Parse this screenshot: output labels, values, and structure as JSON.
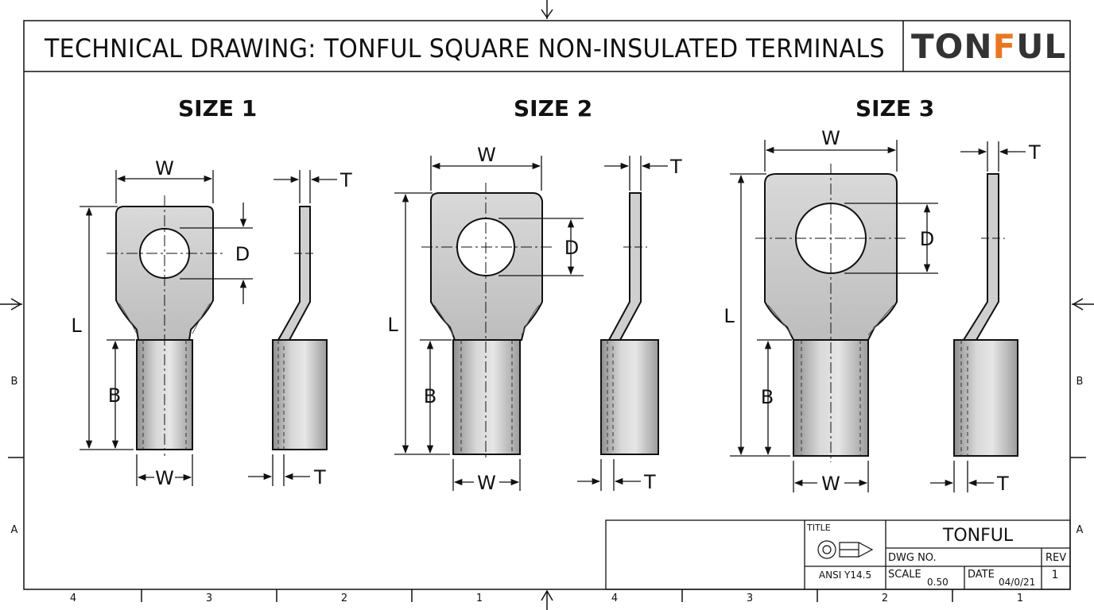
{
  "header": {
    "title": "TECHNICAL DRAWING: TONFUL SQUARE NON-INSULATED TERMINALS",
    "logo_main": "TON",
    "logo_accent": "F",
    "logo_rest": "UL"
  },
  "views": [
    {
      "title": "SIZE 1",
      "labels": {
        "w_top": "W",
        "d": "D",
        "l": "L",
        "b": "B",
        "w_bottom": "W",
        "t_top": "T",
        "t_bottom": "T"
      }
    },
    {
      "title": "SIZE 2",
      "labels": {
        "w_top": "W",
        "d": "D",
        "l": "L",
        "b": "B",
        "w_bottom": "W",
        "t_top": "T",
        "t_bottom": "T"
      }
    },
    {
      "title": "SIZE 3",
      "labels": {
        "w_top": "W",
        "d": "D",
        "l": "L",
        "b": "B",
        "w_bottom": "W",
        "t_top": "T",
        "t_bottom": "T"
      }
    }
  ],
  "zones": {
    "bottom": [
      "4",
      "3",
      "2",
      "1",
      "4",
      "3",
      "2",
      "1"
    ],
    "left": [
      "B",
      "A"
    ],
    "right": [
      "B",
      "A"
    ]
  },
  "title_block": {
    "title_label": "TITLE",
    "company": "TONFUL",
    "dwg_no_label": "DWG NO.",
    "rev_label": "REV",
    "rev_value": "1",
    "standard": "ANSI Y14.5",
    "scale_label": "SCALE",
    "scale_value": "0.50",
    "date_label": "DATE",
    "date_value": "04/0/21"
  },
  "colors": {
    "line": "#111111",
    "metal_light": "#dedede",
    "metal_mid": "#c4c4c4",
    "metal_dark": "#8f8f8f",
    "logo_accent": "#e87722",
    "logo_text": "#333333"
  }
}
